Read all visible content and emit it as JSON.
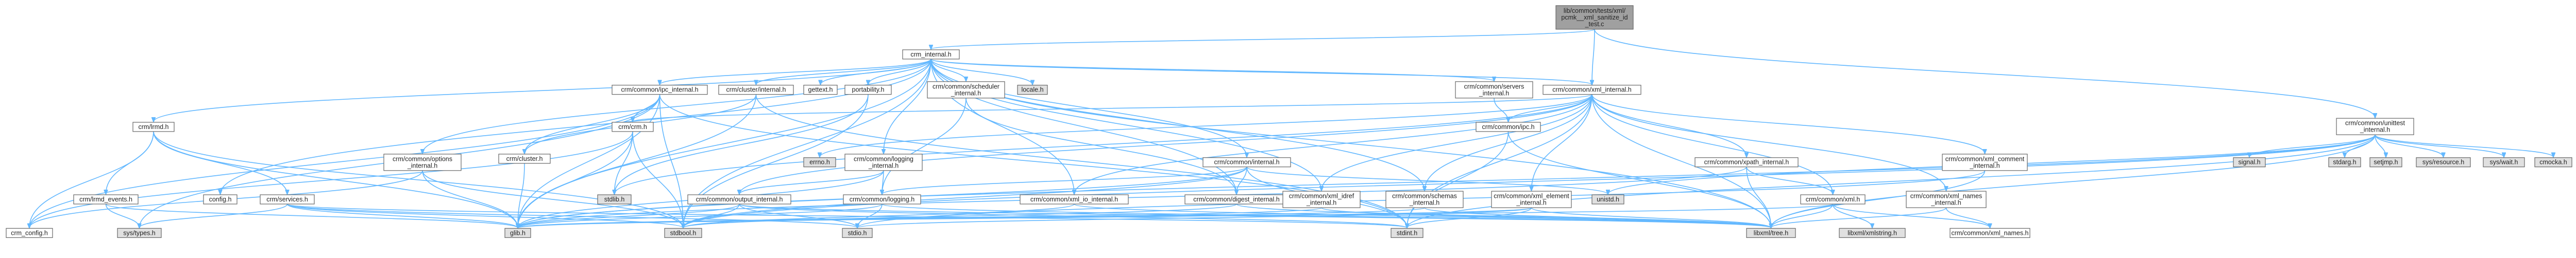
{
  "graph": {
    "colors": {
      "edge": "#63b8ff",
      "edge_alt": "#e05a5a",
      "node_border": "#666666",
      "node_fill": "#ffffff",
      "node_system_fill": "#e0e0e0",
      "root_fill": "#a0a0a0",
      "red_label": "#cc0000",
      "label": "#222222"
    },
    "nodes": [
      {
        "id": "root",
        "lines": [
          "lib/common/tests/xml/",
          "pcmk__xml_sanitize_id",
          "_test.c"
        ],
        "kind": "root"
      },
      {
        "id": "crm_internal",
        "lines": [
          "crm_internal.h"
        ],
        "kind": "normal"
      },
      {
        "id": "unittest_internal",
        "lines": [
          "crm/common/unittest",
          "_internal.h"
        ],
        "kind": "normal"
      },
      {
        "id": "xml_internal",
        "lines": [
          "crm/common/xml_internal.h"
        ],
        "kind": "normal"
      },
      {
        "id": "ipc_internal",
        "lines": [
          "crm/common/ipc_internal.h"
        ],
        "kind": "red"
      },
      {
        "id": "cluster_internal",
        "lines": [
          "crm/cluster/internal.h"
        ],
        "kind": "normal"
      },
      {
        "id": "gettext",
        "lines": [
          "gettext.h"
        ],
        "kind": "red"
      },
      {
        "id": "portability",
        "lines": [
          "portability.h"
        ],
        "kind": "normal"
      },
      {
        "id": "scheduler_internal",
        "lines": [
          "crm/common/scheduler",
          "_internal.h"
        ],
        "kind": "red"
      },
      {
        "id": "locale",
        "lines": [
          "locale.h"
        ],
        "kind": "system"
      },
      {
        "id": "servers_internal",
        "lines": [
          "crm/common/servers",
          "_internal.h"
        ],
        "kind": "normal"
      },
      {
        "id": "lrmd",
        "lines": [
          "crm/lrmd.h"
        ],
        "kind": "normal"
      },
      {
        "id": "options_internal",
        "lines": [
          "crm/common/options",
          "_internal.h"
        ],
        "kind": "red"
      },
      {
        "id": "crm_cluster",
        "lines": [
          "crm/cluster.h"
        ],
        "kind": "red"
      },
      {
        "id": "crm_h",
        "lines": [
          "crm/crm.h"
        ],
        "kind": "red"
      },
      {
        "id": "logging_internal",
        "lines": [
          "crm/common/logging",
          "_internal.h"
        ],
        "kind": "normal"
      },
      {
        "id": "common_internal",
        "lines": [
          "crm/common/internal.h"
        ],
        "kind": "red"
      },
      {
        "id": "xpath_internal",
        "lines": [
          "crm/common/xpath_internal.h"
        ],
        "kind": "red"
      },
      {
        "id": "xml_comment_internal",
        "lines": [
          "crm/common/xml_comment",
          "_internal.h"
        ],
        "kind": "normal"
      },
      {
        "id": "errno",
        "lines": [
          "errno.h"
        ],
        "kind": "system"
      },
      {
        "id": "lrmd_events",
        "lines": [
          "crm/lrmd_events.h"
        ],
        "kind": "red"
      },
      {
        "id": "services",
        "lines": [
          "crm/services.h"
        ],
        "kind": "red"
      },
      {
        "id": "config",
        "lines": [
          "config.h"
        ],
        "kind": "normal"
      },
      {
        "id": "stdlib",
        "lines": [
          "stdlib.h"
        ],
        "kind": "system"
      },
      {
        "id": "output_internal",
        "lines": [
          "crm/common/output_internal.h"
        ],
        "kind": "red"
      },
      {
        "id": "logging_h",
        "lines": [
          "crm/common/logging.h"
        ],
        "kind": "red"
      },
      {
        "id": "xml_io_internal",
        "lines": [
          "crm/common/xml_io_internal.h"
        ],
        "kind": "normal"
      },
      {
        "id": "digest_internal",
        "lines": [
          "crm/common/digest_internal.h"
        ],
        "kind": "normal"
      },
      {
        "id": "xml_idref_internal",
        "lines": [
          "crm/common/xml_idref",
          "_internal.h"
        ],
        "kind": "normal"
      },
      {
        "id": "schemas_internal",
        "lines": [
          "crm/common/schemas",
          "_internal.h"
        ],
        "kind": "normal"
      },
      {
        "id": "xml_element_internal",
        "lines": [
          "crm/common/xml_element",
          "_internal.h"
        ],
        "kind": "red"
      },
      {
        "id": "pc_internal",
        "lines": [
          "crm/common/ipc.h"
        ],
        "kind": "red"
      },
      {
        "id": "xml_h",
        "lines": [
          "crm/common/xml.h"
        ],
        "kind": "red"
      },
      {
        "id": "xml_names_internal",
        "lines": [
          "crm/common/xml_names",
          "_internal.h"
        ],
        "kind": "normal"
      },
      {
        "id": "unistd",
        "lines": [
          "unistd.h"
        ],
        "kind": "system"
      },
      {
        "id": "signal",
        "lines": [
          "signal.h"
        ],
        "kind": "system"
      },
      {
        "id": "stdarg",
        "lines": [
          "stdarg.h"
        ],
        "kind": "system"
      },
      {
        "id": "setjmp",
        "lines": [
          "setjmp.h"
        ],
        "kind": "system"
      },
      {
        "id": "sys_resource",
        "lines": [
          "sys/resource.h"
        ],
        "kind": "system"
      },
      {
        "id": "sys_wait",
        "lines": [
          "sys/wait.h"
        ],
        "kind": "system"
      },
      {
        "id": "cmocka",
        "lines": [
          "cmocka.h"
        ],
        "kind": "system"
      },
      {
        "id": "crm_config",
        "lines": [
          "crm_config.h"
        ],
        "kind": "normal"
      },
      {
        "id": "sys_types",
        "lines": [
          "sys/types.h"
        ],
        "kind": "system"
      },
      {
        "id": "glib",
        "lines": [
          "glib.h"
        ],
        "kind": "system"
      },
      {
        "id": "stdbool",
        "lines": [
          "stdbool.h"
        ],
        "kind": "system"
      },
      {
        "id": "stdio",
        "lines": [
          "stdio.h"
        ],
        "kind": "system"
      },
      {
        "id": "stdint",
        "lines": [
          "stdint.h"
        ],
        "kind": "system"
      },
      {
        "id": "libxml_tree",
        "lines": [
          "libxml/tree.h"
        ],
        "kind": "system"
      },
      {
        "id": "libxml_xmlstring",
        "lines": [
          "libxml/xmlstring.h"
        ],
        "kind": "system"
      },
      {
        "id": "xml_names",
        "lines": [
          "crm/common/xml_names.h"
        ],
        "kind": "normal"
      }
    ],
    "edges": [
      [
        "root",
        "crm_internal"
      ],
      [
        "root",
        "unittest_internal"
      ],
      [
        "root",
        "xml_internal"
      ],
      [
        "crm_internal",
        "ipc_internal"
      ],
      [
        "crm_internal",
        "cluster_internal"
      ],
      [
        "crm_internal",
        "gettext"
      ],
      [
        "crm_internal",
        "portability"
      ],
      [
        "crm_internal",
        "scheduler_internal"
      ],
      [
        "crm_internal",
        "locale"
      ],
      [
        "crm_internal",
        "servers_internal"
      ],
      [
        "crm_internal",
        "xml_internal"
      ],
      [
        "crm_internal",
        "lrmd"
      ],
      [
        "crm_internal",
        "options_internal"
      ],
      [
        "crm_internal",
        "logging_internal"
      ],
      [
        "crm_internal",
        "common_internal"
      ],
      [
        "crm_internal",
        "schemas_internal"
      ],
      [
        "crm_internal",
        "xml_io_internal"
      ],
      [
        "crm_internal",
        "config"
      ],
      [
        "crm_internal",
        "glib"
      ],
      [
        "crm_internal",
        "stdbool"
      ],
      [
        "crm_internal",
        "digest_internal"
      ],
      [
        "crm_internal",
        "xml_idref_internal"
      ],
      [
        "crm_internal",
        "libxml_tree"
      ],
      [
        "ipc_internal",
        "crm_h"
      ],
      [
        "ipc_internal",
        "crm_cluster"
      ],
      [
        "ipc_internal",
        "stdbool"
      ],
      [
        "ipc_internal",
        "glib"
      ],
      [
        "ipc_internal",
        "stdint"
      ],
      [
        "ipc_internal",
        "crm_config"
      ],
      [
        "ipc_internal",
        "sys_types"
      ],
      [
        "cluster_internal",
        "crm_cluster"
      ],
      [
        "cluster_internal",
        "stdint"
      ],
      [
        "cluster_internal",
        "glib"
      ],
      [
        "portability",
        "stdlib"
      ],
      [
        "portability",
        "stdbool"
      ],
      [
        "scheduler_internal",
        "digest_internal"
      ],
      [
        "scheduler_internal",
        "logging_h"
      ],
      [
        "servers_internal",
        "pc_internal"
      ],
      [
        "lrmd",
        "lrmd_events"
      ],
      [
        "lrmd",
        "services"
      ],
      [
        "lrmd",
        "stdbool"
      ],
      [
        "lrmd",
        "glib"
      ],
      [
        "lrmd",
        "crm_config"
      ],
      [
        "lrmd_events",
        "glib"
      ],
      [
        "lrmd_events",
        "sys_types"
      ],
      [
        "services",
        "glib"
      ],
      [
        "services",
        "stdio"
      ],
      [
        "services",
        "stdint"
      ],
      [
        "services",
        "sys_types"
      ],
      [
        "services",
        "stdbool"
      ],
      [
        "options_internal",
        "glib"
      ],
      [
        "options_internal",
        "stdbool"
      ],
      [
        "options_internal",
        "crm_config"
      ],
      [
        "crm_cluster",
        "glib"
      ],
      [
        "crm_h",
        "stdlib"
      ],
      [
        "crm_h",
        "glib"
      ],
      [
        "crm_h",
        "stdbool"
      ],
      [
        "crm_h",
        "crm_config"
      ],
      [
        "logging_internal",
        "output_internal"
      ],
      [
        "logging_internal",
        "logging_h"
      ],
      [
        "logging_internal",
        "glib"
      ],
      [
        "output_internal",
        "stdio"
      ],
      [
        "output_internal",
        "stdbool"
      ],
      [
        "output_internal",
        "glib"
      ],
      [
        "output_internal",
        "stdint"
      ],
      [
        "output_internal",
        "libxml_tree"
      ],
      [
        "logging_h",
        "glib"
      ],
      [
        "logging_h",
        "stdio"
      ],
      [
        "logging_h",
        "libxml_tree"
      ],
      [
        "common_internal",
        "unistd"
      ],
      [
        "common_internal",
        "logging_h"
      ],
      [
        "common_internal",
        "stdbool"
      ],
      [
        "common_internal",
        "glib"
      ],
      [
        "common_internal",
        "stdint"
      ],
      [
        "common_internal",
        "digest_internal"
      ],
      [
        "xml_internal",
        "xml_comment_internal"
      ],
      [
        "xml_internal",
        "xpath_internal"
      ],
      [
        "xml_internal",
        "pc_internal"
      ],
      [
        "xml_internal",
        "xml_element_internal"
      ],
      [
        "xml_internal",
        "xml_h"
      ],
      [
        "xml_internal",
        "xml_names_internal"
      ],
      [
        "xml_internal",
        "xml_io_internal"
      ],
      [
        "xml_internal",
        "xml_idref_internal"
      ],
      [
        "xml_internal",
        "schemas_internal"
      ],
      [
        "xml_internal",
        "output_internal"
      ],
      [
        "xml_internal",
        "libxml_tree"
      ],
      [
        "xml_internal",
        "stdint"
      ],
      [
        "xml_internal",
        "errno"
      ],
      [
        "xml_internal",
        "stdlib"
      ],
      [
        "xml_internal",
        "crm_h"
      ],
      [
        "xpath_internal",
        "xml_h"
      ],
      [
        "xpath_internal",
        "libxml_tree"
      ],
      [
        "xpath_internal",
        "glib"
      ],
      [
        "xml_comment_internal",
        "libxml_tree"
      ],
      [
        "xml_comment_internal",
        "stdio"
      ],
      [
        "xml_io_internal",
        "libxml_tree"
      ],
      [
        "xml_io_internal",
        "stdbool"
      ],
      [
        "digest_internal",
        "libxml_tree"
      ],
      [
        "digest_internal",
        "stdbool"
      ],
      [
        "xml_idref_internal",
        "libxml_tree"
      ],
      [
        "xml_idref_internal",
        "glib"
      ],
      [
        "schemas_internal",
        "libxml_tree"
      ],
      [
        "schemas_internal",
        "glib"
      ],
      [
        "xml_element_internal",
        "libxml_tree"
      ],
      [
        "xml_element_internal",
        "stdio"
      ],
      [
        "xml_element_internal",
        "stdint"
      ],
      [
        "xml_element_internal",
        "glib"
      ],
      [
        "pc_internal",
        "libxml_tree"
      ],
      [
        "pc_internal",
        "stdint"
      ],
      [
        "xml_h",
        "libxml_tree"
      ],
      [
        "xml_h",
        "xml_names"
      ],
      [
        "xml_h",
        "libxml_xmlstring"
      ],
      [
        "xml_h",
        "glib"
      ],
      [
        "xml_names_internal",
        "xml_names"
      ],
      [
        "xml_names_internal",
        "libxml_tree"
      ],
      [
        "unittest_internal",
        "signal"
      ],
      [
        "unittest_internal",
        "stdarg"
      ],
      [
        "unittest_internal",
        "setjmp"
      ],
      [
        "unittest_internal",
        "sys_resource"
      ],
      [
        "unittest_internal",
        "sys_wait"
      ],
      [
        "unittest_internal",
        "cmocka"
      ],
      [
        "unittest_internal",
        "unistd"
      ],
      [
        "unittest_internal",
        "libxml_tree"
      ],
      [
        "unittest_internal",
        "glib"
      ],
      [
        "unittest_internal",
        "stdint"
      ],
      [
        "unittest_internal",
        "stdbool"
      ]
    ]
  }
}
